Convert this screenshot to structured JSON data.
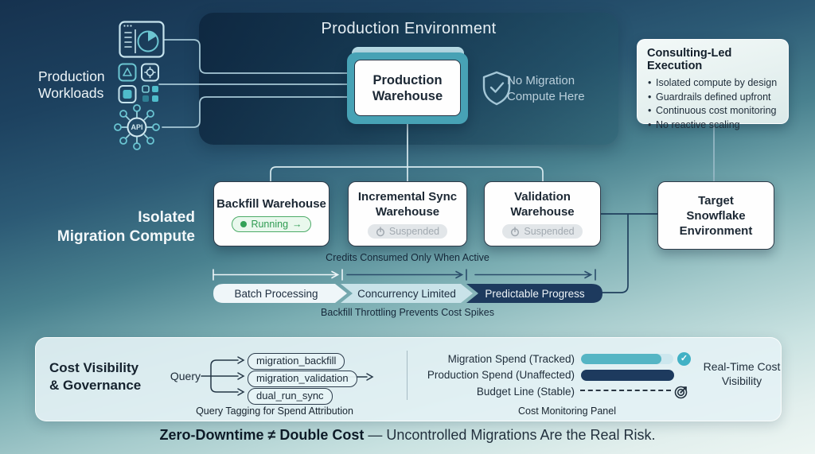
{
  "colors": {
    "teal_accent": "#47a2b5",
    "navy": "#1d3a5e",
    "running_green": "#2f9b52",
    "suspended_gray": "#a1a9b0",
    "panel_light": "#e4f2f5"
  },
  "workloads": {
    "label": "Production Workloads",
    "api_label": "API",
    "icons": [
      "dashboard-pie-icon",
      "apps-grid-icon",
      "api-hub-icon"
    ]
  },
  "production_env": {
    "title": "Production Environment",
    "warehouse": "Production Warehouse",
    "shield_note": "No Migration Compute Here"
  },
  "consulting": {
    "title": "Consulting-Led Execution",
    "bullets": [
      "Isolated compute by design",
      "Guardrails defined upfront",
      "Continuous cost monitoring",
      "No reactive scaling"
    ]
  },
  "migration": {
    "section_label": "Isolated\nMigration Compute",
    "warehouses": [
      {
        "name": "Backfill Warehouse",
        "status": "Running",
        "arrow": "→"
      },
      {
        "name": "Incremental Sync Warehouse",
        "status": "Suspended"
      },
      {
        "name": "Validation Warehouse",
        "status": "Suspended"
      }
    ],
    "target_name": "Target Snowflake Environment",
    "credits_note": "Credits Consumed Only When Active",
    "phases": [
      "Batch Processing",
      "Concurrency Limited",
      "Predictable Progress"
    ],
    "throttle_note": "Backfill Throttling Prevents Cost Spikes"
  },
  "governance": {
    "heading": "Cost Visibility\n& Governance",
    "query_label": "Query",
    "tags": [
      "migration_backfill",
      "migration_validation",
      "dual_run_sync"
    ],
    "tagging_caption": "Query Tagging for Spend Attribution",
    "monitor": {
      "rows": [
        {
          "label": "Migration Spend (Tracked)"
        },
        {
          "label": "Production Spend (Unaffected)"
        },
        {
          "label": "Budget Line (Stable)"
        }
      ],
      "caption": "Cost Monitoring Panel",
      "note": "Real-Time Cost Visibility",
      "check_glyph": "✓"
    }
  },
  "tagline": {
    "bold": "Zero-Downtime ≠ Double Cost",
    "rest": " — Uncontrolled Migrations Are the Real Risk."
  }
}
